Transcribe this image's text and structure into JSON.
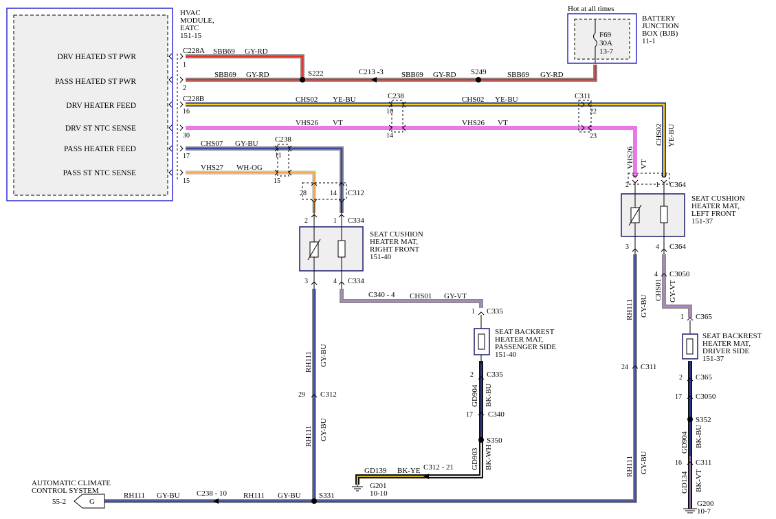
{
  "colors": {
    "gray_rd_base": "#8a8a8a",
    "gray_rd_stripe": "#e0322a",
    "ye_bu_base": "#2d3c8c",
    "ye_bu_stripe": "#f2d21a",
    "vt": "#e77ae6",
    "gy_bu_base": "#8a8a8a",
    "gy_bu_stripe": "#3a4aa8",
    "wh_og_base": "#f0f0f0",
    "wh_og_stripe": "#f0a64a",
    "gy_vt_base": "#8a8a8a",
    "gy_vt_stripe": "#b086c8",
    "bk_bu_base": "#111111",
    "bk_bu_stripe": "#2c3aa0",
    "bk_wh_base": "#111111",
    "bk_wh_stripe": "#ffffff",
    "bk_ye_base": "#111111",
    "bk_ye_stripe": "#f2d21a",
    "bk_vt_base": "#111111",
    "bk_vt_stripe": "#b086c8",
    "module_border": "#2a2ad0"
  },
  "hvac": {
    "title": [
      "HVAC",
      "MODULE,",
      "EATC",
      "151-15"
    ],
    "pins": [
      "DRV HEATED ST PWR",
      "PASS HEATED ST PWR",
      "DRV HEATER FEED",
      "DRV ST NTC SENSE",
      "PASS HEATER FEED",
      "PASS ST NTC SENSE"
    ]
  },
  "bjb": {
    "hot_label": "Hot at all times",
    "fuse": [
      "F69",
      "30A",
      "13-7"
    ],
    "title": [
      "BATTERY",
      "JUNCTION",
      "BOX (BJB)",
      "11-1"
    ]
  },
  "seat_rf": {
    "title": [
      "SEAT CUSHION",
      "HEATER MAT,",
      "RIGHT FRONT",
      "151-40"
    ]
  },
  "seat_lf": {
    "title": [
      "SEAT CUSHION",
      "HEATER MAT,",
      "LEFT FRONT",
      "151-37"
    ]
  },
  "back_pass": {
    "title": [
      "SEAT BACKREST",
      "HEATER MAT,",
      "PASSENGER SIDE",
      "151-40"
    ]
  },
  "back_drv": {
    "title": [
      "SEAT BACKREST",
      "HEATER MAT,",
      "DRIVER SIDE",
      "151-37"
    ]
  },
  "acc": {
    "title": [
      "AUTOMATIC CLIMATE",
      "CONTROL SYSTEM"
    ],
    "ref": "55-2",
    "conn": "G"
  },
  "labels": {
    "c228a": "C228A",
    "c228b": "C228B",
    "c238": "C238",
    "c238_10": "C238 - 10",
    "c213_3": "C213 -3",
    "c311": "C311",
    "c312": "C312",
    "c312_21": "C312 - 21",
    "c334": "C334",
    "c335": "C335",
    "c340": "C340",
    "c340_4": "C340 - 4",
    "c364": "C364",
    "c365": "C365",
    "c3050": "C3050",
    "s222": "S222",
    "s249": "S249",
    "s331": "S331",
    "s350": "S350",
    "s352": "S352",
    "sbb69": "SBB69",
    "gy_rd": "GY-RD",
    "chs02": "CHS02",
    "ye_bu": "YE-BU",
    "vhs26": "VHS26",
    "vt": "VT",
    "chs07": "CHS07",
    "gy_bu": "GY-BU",
    "vhs27": "VHS27",
    "wh_og": "WH-OG",
    "chs01": "CHS01",
    "gy_vt": "GY-VT",
    "rh111": "RH111",
    "gd904": "GD904",
    "bk_bu": "BK-BU",
    "gd903": "GD903",
    "bk_wh": "BK-WH",
    "gd139": "GD139",
    "bk_ye": "BK-YE",
    "gd134": "GD134",
    "bk_vt": "BK-VT",
    "g200": "G200",
    "g200_ref": "10-7",
    "g201": "G201",
    "g201_ref": "10-10",
    "p1": "1",
    "p2": "2",
    "p3": "3",
    "p4": "4",
    "p10": "10",
    "p11": "11",
    "p14": "14",
    "p15": "15",
    "p16": "16",
    "p17": "17",
    "p22": "22",
    "p23": "23",
    "p24": "24",
    "p28": "28",
    "p29": "29",
    "p30": "30"
  }
}
